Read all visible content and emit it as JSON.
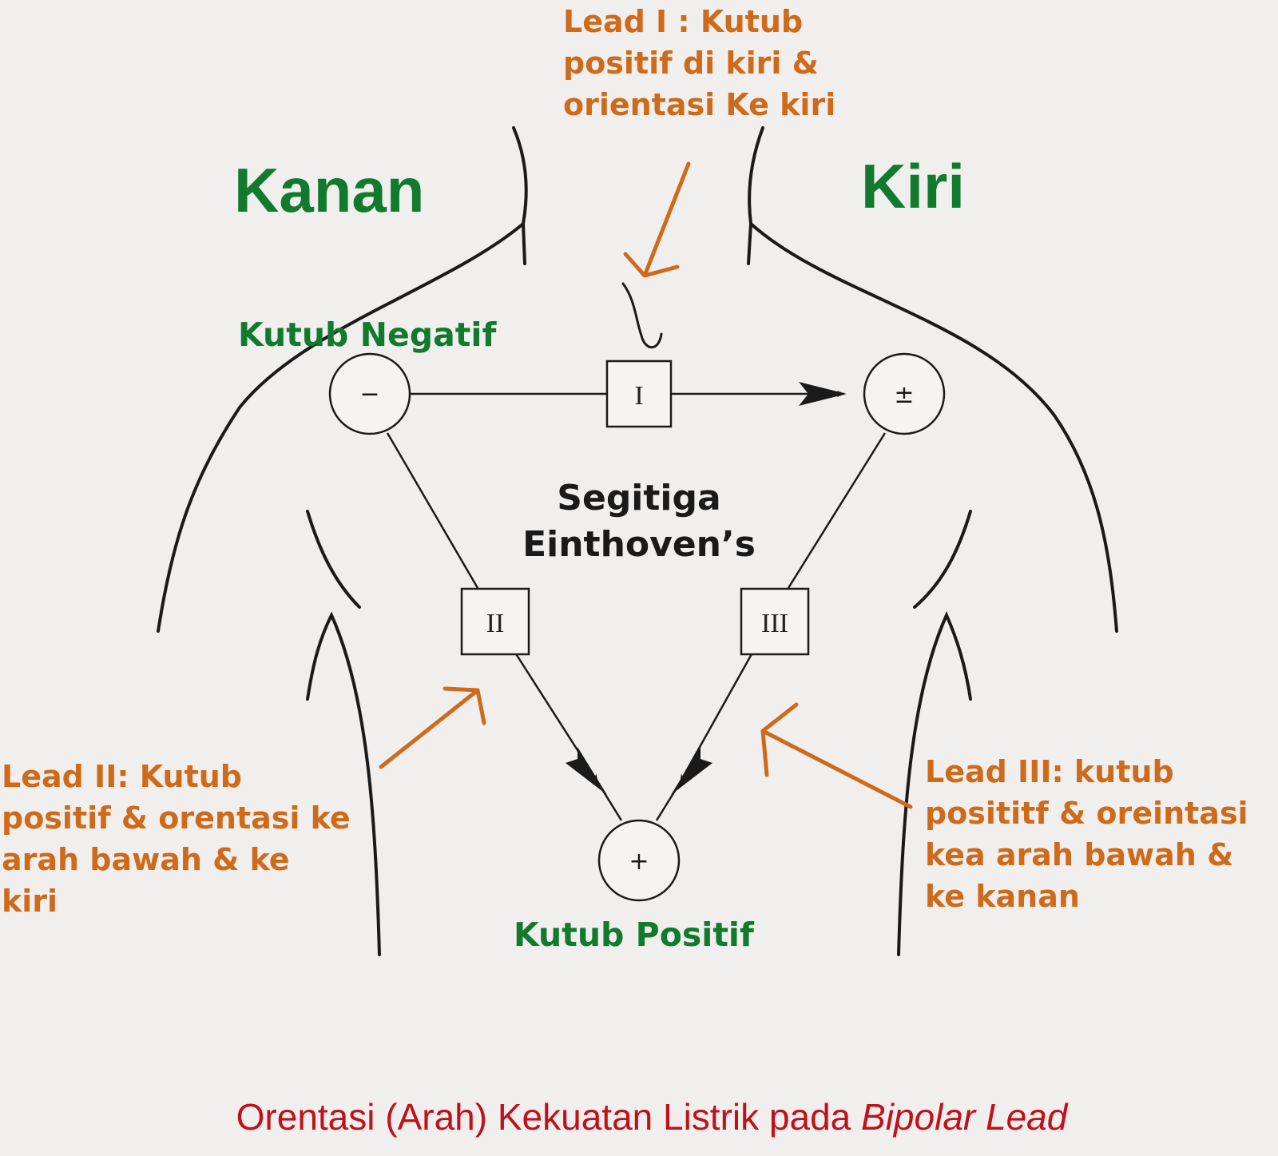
{
  "colors": {
    "background": "#f0efee",
    "green": "#117a2d",
    "orange": "#cf6a1a",
    "red": "#c0111a",
    "ink": "#1a1a1a"
  },
  "side_labels": {
    "right_of_body": "Kanan",
    "left_of_body": "Kiri"
  },
  "poles": {
    "negative_label": "Kutub Negatif",
    "positive_label": "Kutub Positif",
    "negative_symbol": "−",
    "mixed_symbol": "±",
    "positive_symbol": "+"
  },
  "leads": {
    "I": "I",
    "II": "II",
    "III": "III"
  },
  "center_title": {
    "line1": "Segitiga",
    "line2": "Einthoven’s"
  },
  "annotations": {
    "lead1": [
      "Lead I : Kutub",
      "positif di kiri &",
      "orientasi Ke kiri"
    ],
    "lead2": [
      "Lead II: Kutub",
      "positif & orentasi ke",
      "arah bawah & ke",
      "kiri"
    ],
    "lead3": [
      "Lead III: kutub",
      "posititf & oreintasi",
      "kea arah bawah &",
      "ke kanan"
    ]
  },
  "caption": {
    "normal": "Orentasi (Arah) Kekuatan Listrik pada ",
    "italic": "Bipolar Lead"
  }
}
